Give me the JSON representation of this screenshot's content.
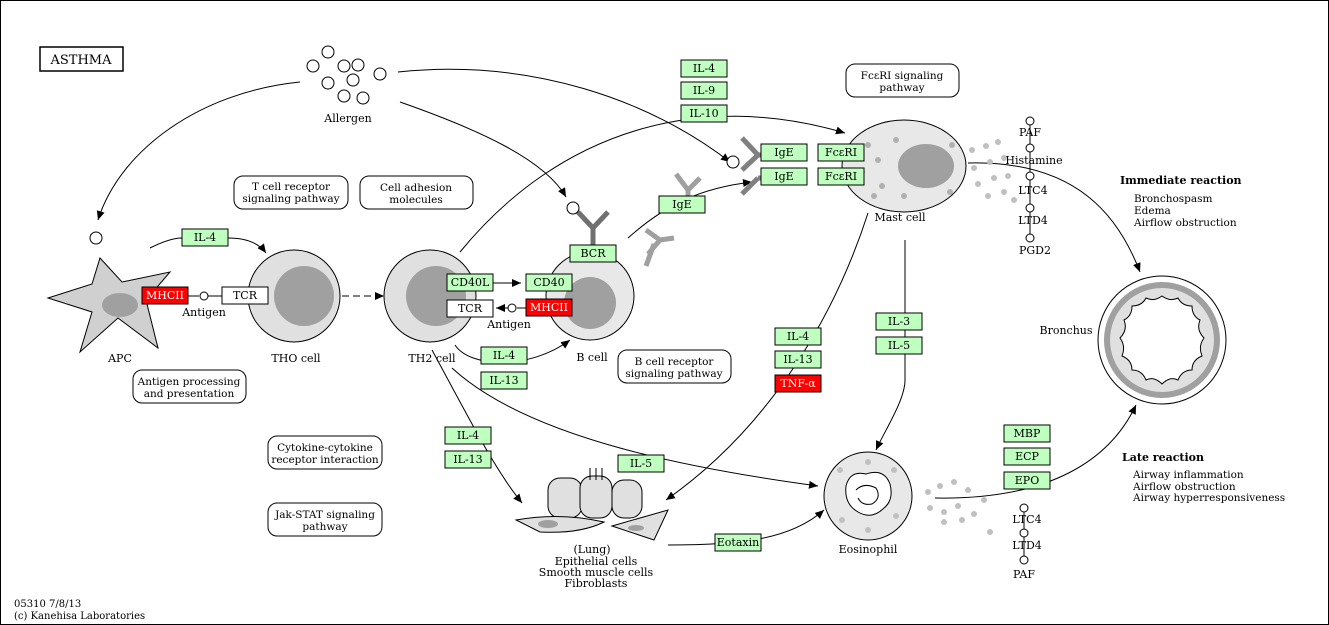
{
  "title": "ASTHMA",
  "footer": {
    "line1": "05310 7/8/13",
    "line2": "(c) Kanehisa Laboratories"
  },
  "colors": {
    "gene_box": "#bfffbf",
    "highlight": "#ff0000",
    "cell_fill": "#e0e0e0",
    "nucleus": "#a0a0a0"
  },
  "genes": {
    "il4_apc": "IL-4",
    "mhcii_apc": "MHCII",
    "tcr_th0": "TCR",
    "cd40l": "CD40L",
    "cd40": "CD40",
    "tcr_th2": "TCR",
    "mhcii_b": "MHCII",
    "bcr": "BCR",
    "il4_b": "IL-4",
    "il13_b": "IL-13",
    "ige_b": "IgE",
    "il4_top": "IL-4",
    "il9_top": "IL-9",
    "il10_top": "IL-10",
    "ige_1": "IgE",
    "ige_2": "IgE",
    "fceri_1": "FcεRI",
    "fceri_2": "FcεRI",
    "il4_mid": "IL-4",
    "il13_mid": "IL-13",
    "tnfa": "TNF-α",
    "il3": "IL-3",
    "il5_mast": "IL-5",
    "il4_lung": "IL-4",
    "il13_lung": "IL-13",
    "il5_lung": "IL-5",
    "eotaxin": "Eotaxin",
    "mbp": "MBP",
    "ecp": "ECP",
    "epo": "EPO"
  },
  "pathways": {
    "tcr_signaling": [
      "T cell receptor",
      "signaling pathway"
    ],
    "cell_adhesion": [
      "Cell adhesion",
      "molecules"
    ],
    "antigen_processing": [
      "Antigen processing",
      "and presentation"
    ],
    "cytokine": [
      "Cytokine-cytokine",
      "receptor interaction"
    ],
    "jak_stat": [
      "Jak-STAT signaling",
      "pathway"
    ],
    "bcr_signaling": [
      "B cell receptor",
      "signaling pathway"
    ],
    "fceri_signaling": [
      "FcεRI signaling",
      "pathway"
    ]
  },
  "labels": {
    "allergen": "Allergen",
    "apc": "APC",
    "antigen_1": "Antigen",
    "antigen_2": "Antigen",
    "th0": "THO cell",
    "th2": "TH2 cell",
    "bcell": "B cell",
    "mast": "Mast cell",
    "eosinophil": "Eosinophil",
    "bronchus": "Bronchus",
    "lung": [
      "(Lung)",
      "Epithelial cells",
      "Smooth muscle cells",
      "Fibroblasts"
    ]
  },
  "mediators": {
    "mast": [
      "PAF",
      "Histamine",
      "LTC4",
      "LTD4",
      "PGD2"
    ],
    "eos": [
      "LTC4",
      "LTD4",
      "PAF"
    ]
  },
  "reactions": {
    "immediate_title": "Immediate reaction",
    "immediate_items": [
      "Bronchospasm",
      "Edema",
      "Airflow obstruction"
    ],
    "late_title": "Late reaction",
    "late_items": [
      "Airway inflammation",
      "Airflow obstruction",
      "Airway hyperresponsiveness"
    ]
  }
}
